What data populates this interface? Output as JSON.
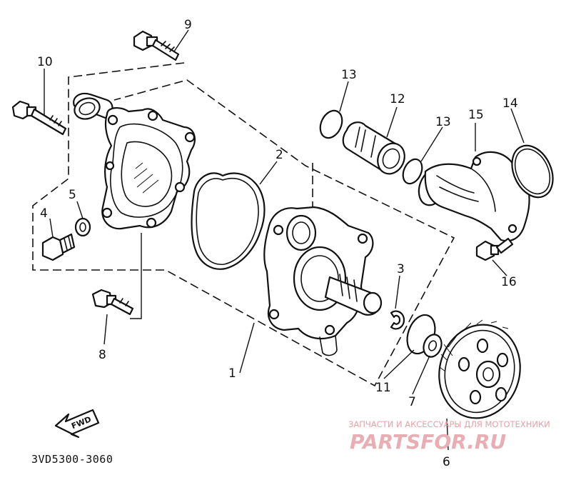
{
  "diagram": {
    "drawing_code": "3VD5300-3060",
    "fwd_label": "FWD",
    "callouts": [
      "1",
      "2",
      "3",
      "4",
      "5",
      "6",
      "7",
      "8",
      "9",
      "10",
      "11",
      "12",
      "13",
      "13",
      "14",
      "15",
      "16"
    ]
  },
  "watermark": {
    "tagline": "ЗАПЧАСТИ И АКСЕССУАРЫ ДЛЯ МОТОТЕХНИКИ",
    "brand": "PARTSFOR.RU"
  }
}
